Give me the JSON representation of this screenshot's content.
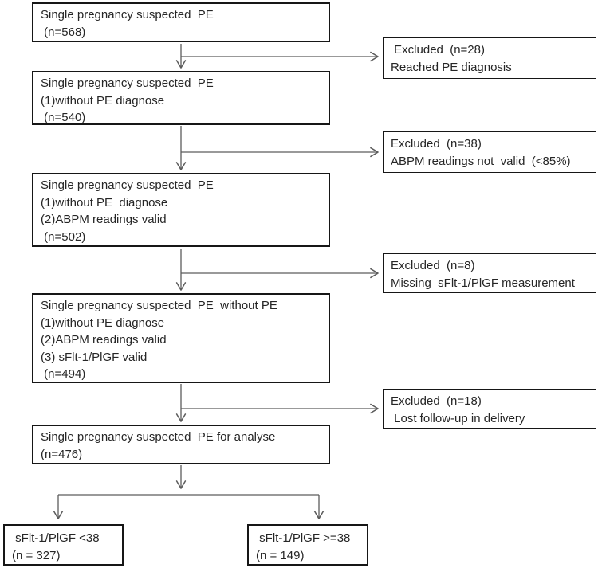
{
  "figure": {
    "type": "flowchart",
    "background": "#ffffff",
    "box_border_color": "#161616",
    "line_color": "#5c5c5c",
    "text_color": "#262626"
  },
  "nodes": {
    "enrolled": {
      "line1": "Single pregnancy suspected  PE",
      "line2": " (n=568)"
    },
    "no_pe": {
      "line1": "Single pregnancy suspected  PE",
      "line2": "(1)without PE diagnose",
      "line3": " (n=540)"
    },
    "abpm_valid": {
      "line1": "Single pregnancy suspected  PE",
      "line2": "(1)without PE  diagnose",
      "line3": "(2)ABPM readings valid",
      "line4": " (n=502)"
    },
    "sflt_valid": {
      "line1": "Single pregnancy suspected  PE  without PE",
      "line2": "(1)without PE diagnose",
      "line3": "(2)ABPM readings valid",
      "line4": "(3) sFlt-1/PlGF valid",
      "line5": " (n=494)"
    },
    "analysed": {
      "line1": "Single pregnancy suspected  PE for analyse",
      "line2": "(n=476)"
    },
    "ratio_low": {
      "line1": " sFlt-1/PlGF <38",
      "line2": "(n = 327)"
    },
    "ratio_high": {
      "line1": " sFlt-1/PlGF >=38",
      "line2": "(n = 149)"
    }
  },
  "exclusions": {
    "reached_pe": {
      "line1": " Excluded  (n=28)",
      "line2": "Reached PE diagnosis"
    },
    "abpm_invalid": {
      "line1": "Excluded  (n=38)",
      "line2": "ABPM readings not  valid  (<85%)"
    },
    "missing_sflt": {
      "line1": "Excluded  (n=8)",
      "line2": "Missing  sFlt-1/PlGF measurement"
    },
    "lost_followup": {
      "line1": "Excluded  (n=18)",
      "line2": " Lost follow-up in delivery"
    }
  }
}
